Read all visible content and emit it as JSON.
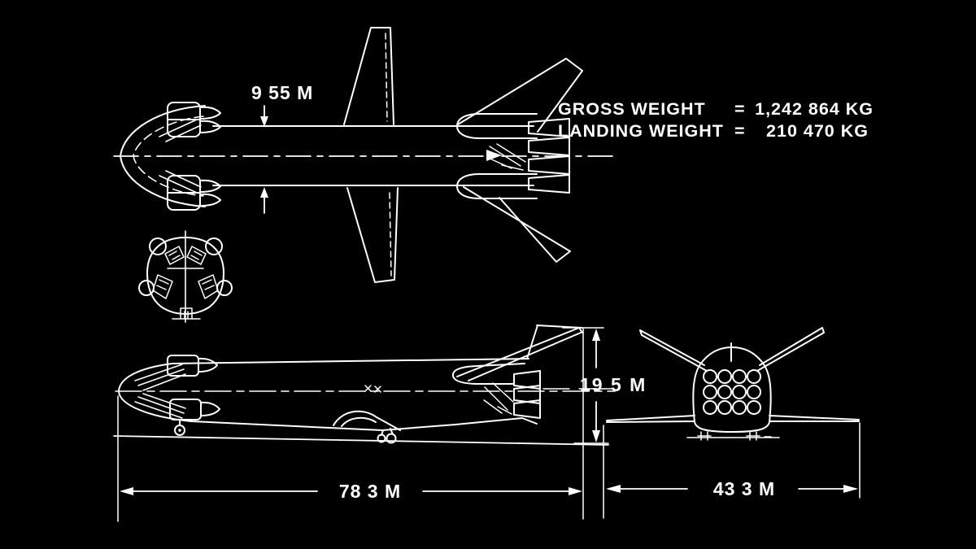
{
  "colors": {
    "background": "#000000",
    "ink": "#ffffff"
  },
  "dimensions": {
    "body_width": "9 55 M",
    "overall_height": "19 5 M",
    "overall_length": "78 3 M",
    "wing_span": "43 3 M"
  },
  "weight_table": {
    "rows": [
      {
        "label": "GROSS WEIGHT",
        "eq": "=",
        "value": "1,242 864 KG"
      },
      {
        "label": "LANDING WEIGHT",
        "eq": "=",
        "value": "210 470 KG"
      }
    ]
  }
}
